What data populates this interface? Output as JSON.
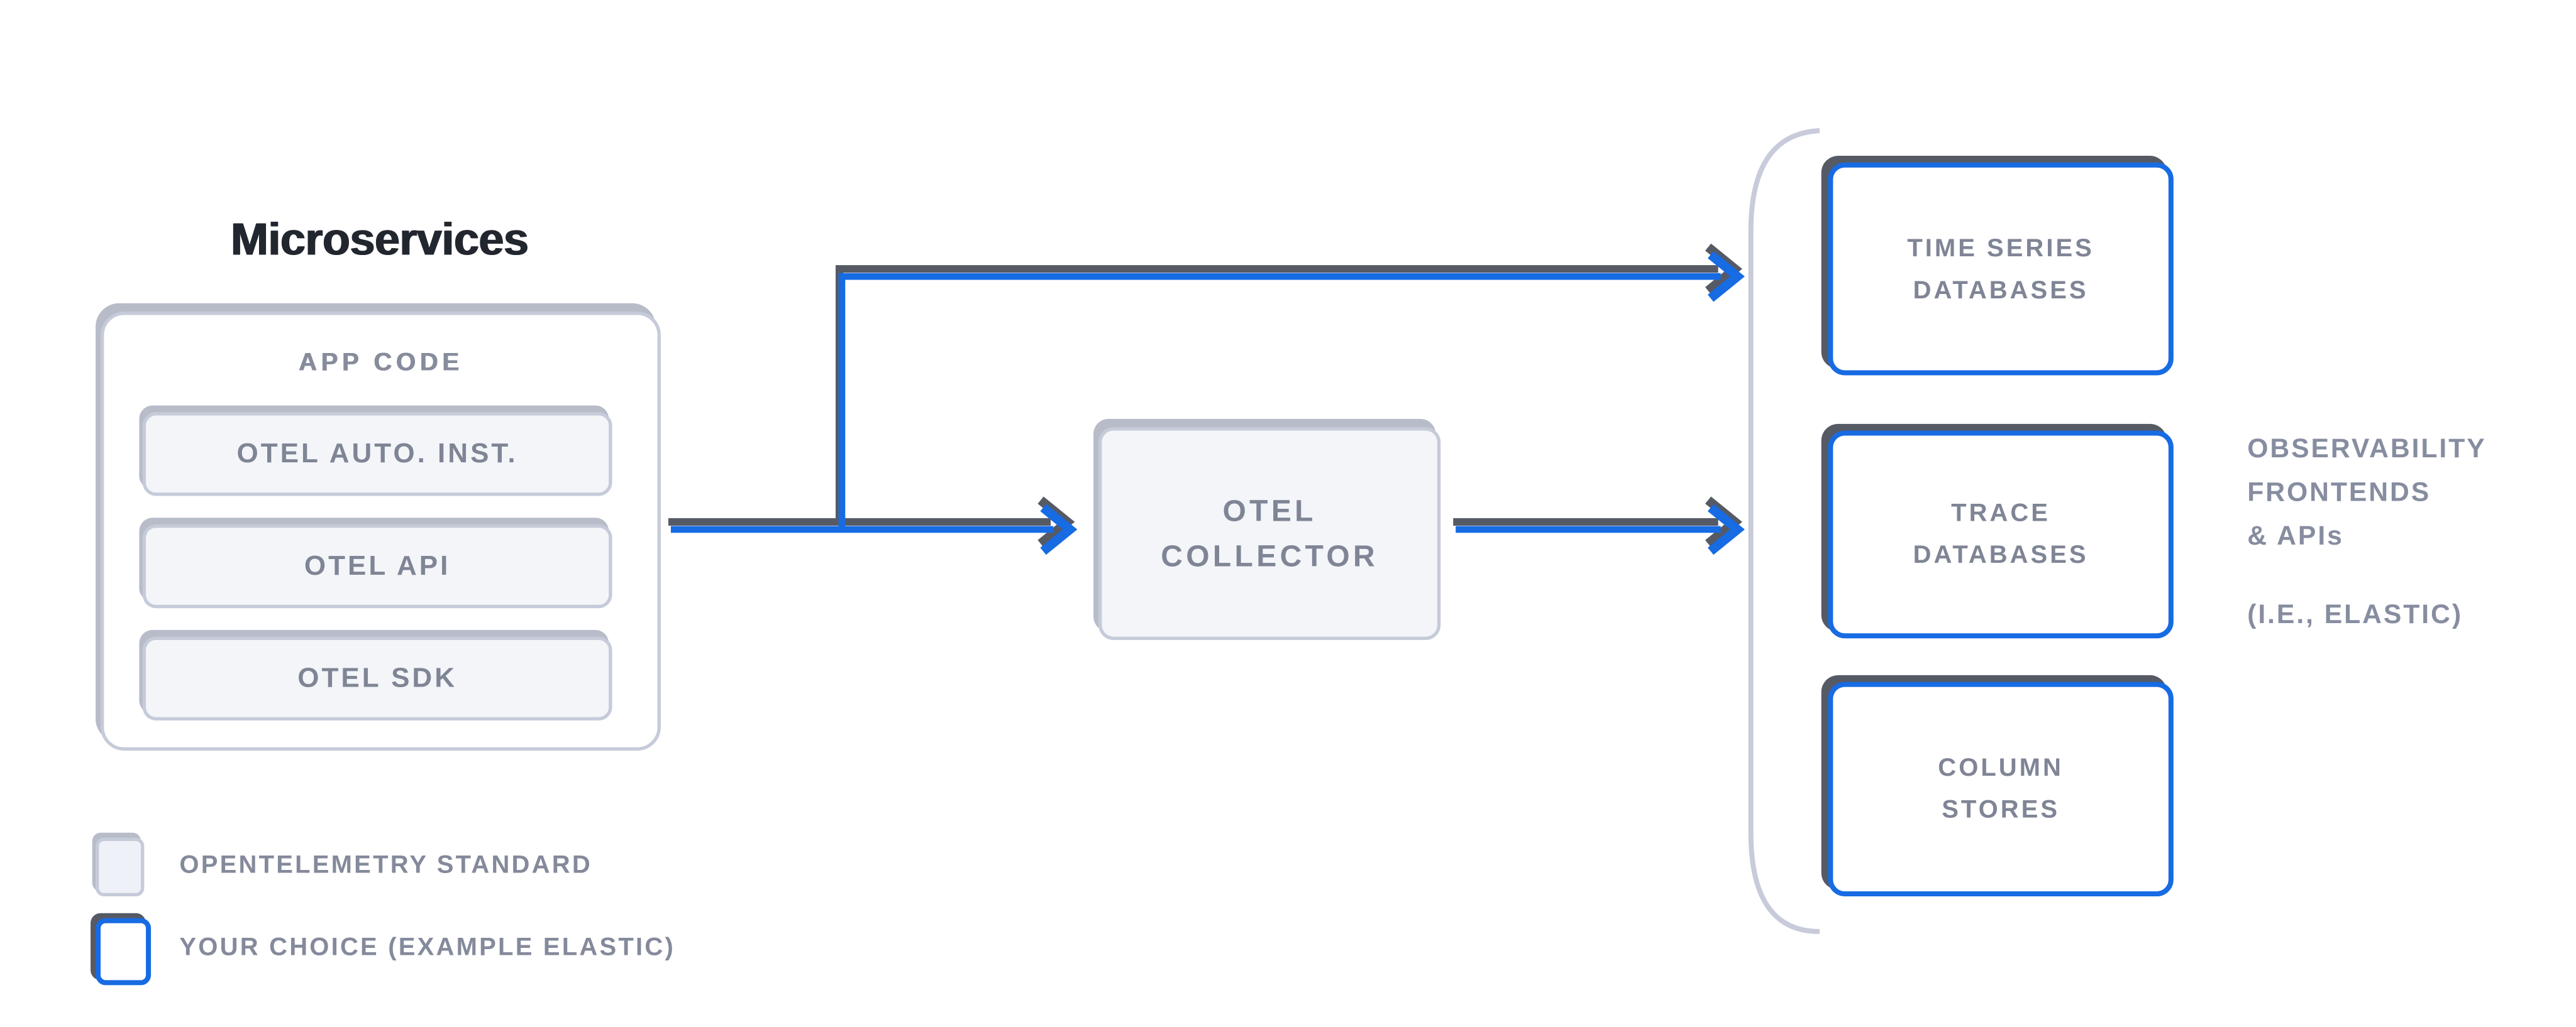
{
  "title": "Microservices",
  "app_code": {
    "label": "APP CODE",
    "items": [
      "OTEL AUTO. INST.",
      "OTEL API",
      "OTEL SDK"
    ]
  },
  "collector": {
    "line1": "OTEL",
    "line2": "COLLECTOR"
  },
  "databases": {
    "box1": {
      "line1": "TIME SERIES",
      "line2": "DATABASES"
    },
    "box2": {
      "line1": "TRACE",
      "line2": "DATABASES"
    },
    "box3": {
      "line1": "COLUMN",
      "line2": "STORES"
    }
  },
  "annotation": {
    "line1": "OBSERVABILITY",
    "line2": "FRONTENDS",
    "line3": "& APIs",
    "note": "(I.E., ELASTIC)"
  },
  "legend": {
    "item1": {
      "label": "OPENTELEMETRY STANDARD"
    },
    "item2": {
      "label": "YOUR CHOICE (EXAMPLE ELASTIC)"
    }
  },
  "colors": {
    "accent_blue": "#176be3",
    "outline_dark": "#565a64",
    "box_border_gray": "#c6cbd9",
    "box_fill_gray": "#f3f5f9",
    "shadow_gray": "#b8bcc9",
    "text_gray": "#7f8595",
    "bracket_gray": "#c7cbda",
    "title_dark": "#22262e",
    "background": "#ffffff"
  }
}
